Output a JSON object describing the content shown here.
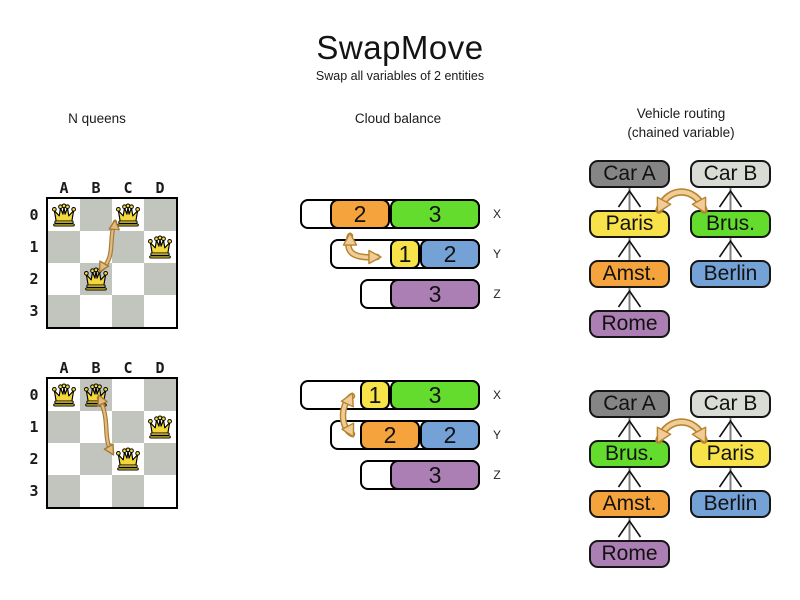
{
  "title": {
    "text": "SwapMove",
    "subtitle": "Swap all variables of 2 entities"
  },
  "sections": {
    "nqueens": {
      "header": "N queens"
    },
    "cloud": {
      "header": "Cloud balance"
    },
    "vehicle": {
      "header": "Vehicle routing",
      "header2": "(chained variable)"
    }
  },
  "palette": {
    "orange": "#F5A33C",
    "green": "#64DC2D",
    "yellow": "#F7E24A",
    "blue": "#74A2D7",
    "purple": "#AB7FB3",
    "car_dark": "#858585",
    "car_light": "#D9DCD4",
    "board_dark_cell": "#C2C4BE",
    "board_light_cell": "#FFFFFF",
    "queen_yellow": "#F2D83C",
    "swap_arrow_fill": "#F1CC97",
    "swap_arrow_stroke": "#B5852F"
  },
  "nqueens": {
    "col_labels": [
      "A",
      "B",
      "C",
      "D"
    ],
    "row_labels": [
      "0",
      "1",
      "2",
      "3"
    ],
    "boards": [
      {
        "state": "before",
        "queens": [
          "A0",
          "C0",
          "D1",
          "B2"
        ],
        "swap": [
          "C0",
          "B2"
        ]
      },
      {
        "state": "after",
        "queens": [
          "A0",
          "B0",
          "D1",
          "C2"
        ],
        "swap": [
          "B0",
          "C2"
        ]
      }
    ]
  },
  "cloud": {
    "row_labels": [
      "X",
      "Y",
      "Z"
    ],
    "states": [
      {
        "state": "before",
        "rows": [
          {
            "label": "X",
            "capacity": 6,
            "blocks": [
              {
                "value": "2",
                "color": "orange",
                "size": 2
              },
              {
                "value": "3",
                "color": "green",
                "size": 3
              }
            ]
          },
          {
            "label": "Y",
            "capacity": 5,
            "blocks": [
              {
                "value": "1",
                "color": "yellow",
                "size": 1
              },
              {
                "value": "2",
                "color": "blue",
                "size": 2
              }
            ]
          },
          {
            "label": "Z",
            "capacity": 4,
            "blocks": [
              {
                "value": "3",
                "color": "purple",
                "size": 3
              }
            ]
          }
        ],
        "swap": [
          "X:2",
          "Y:1"
        ]
      },
      {
        "state": "after",
        "rows": [
          {
            "label": "X",
            "capacity": 6,
            "blocks": [
              {
                "value": "1",
                "color": "yellow",
                "size": 1
              },
              {
                "value": "3",
                "color": "green",
                "size": 3
              }
            ]
          },
          {
            "label": "Y",
            "capacity": 5,
            "blocks": [
              {
                "value": "2",
                "color": "orange",
                "size": 2
              },
              {
                "value": "2",
                "color": "blue",
                "size": 2
              }
            ]
          },
          {
            "label": "Z",
            "capacity": 4,
            "blocks": [
              {
                "value": "3",
                "color": "purple",
                "size": 3
              }
            ]
          }
        ],
        "swap": [
          "X:1",
          "Y:2"
        ]
      }
    ]
  },
  "vehicle": {
    "node_colors": {
      "Car A": "car_dark",
      "Car B": "car_light",
      "Paris": "yellow",
      "Brus.": "green",
      "Amst.": "orange",
      "Berlin": "blue",
      "Rome": "purple"
    },
    "states": [
      {
        "state": "before",
        "chains": [
          [
            "Car A",
            "Paris",
            "Amst.",
            "Rome"
          ],
          [
            "Car B",
            "Brus.",
            "Berlin"
          ]
        ],
        "swap": [
          "Paris",
          "Brus."
        ]
      },
      {
        "state": "after",
        "chains": [
          [
            "Car A",
            "Brus.",
            "Amst.",
            "Rome"
          ],
          [
            "Car B",
            "Paris",
            "Berlin"
          ]
        ],
        "swap": [
          "Brus.",
          "Paris"
        ]
      }
    ]
  }
}
